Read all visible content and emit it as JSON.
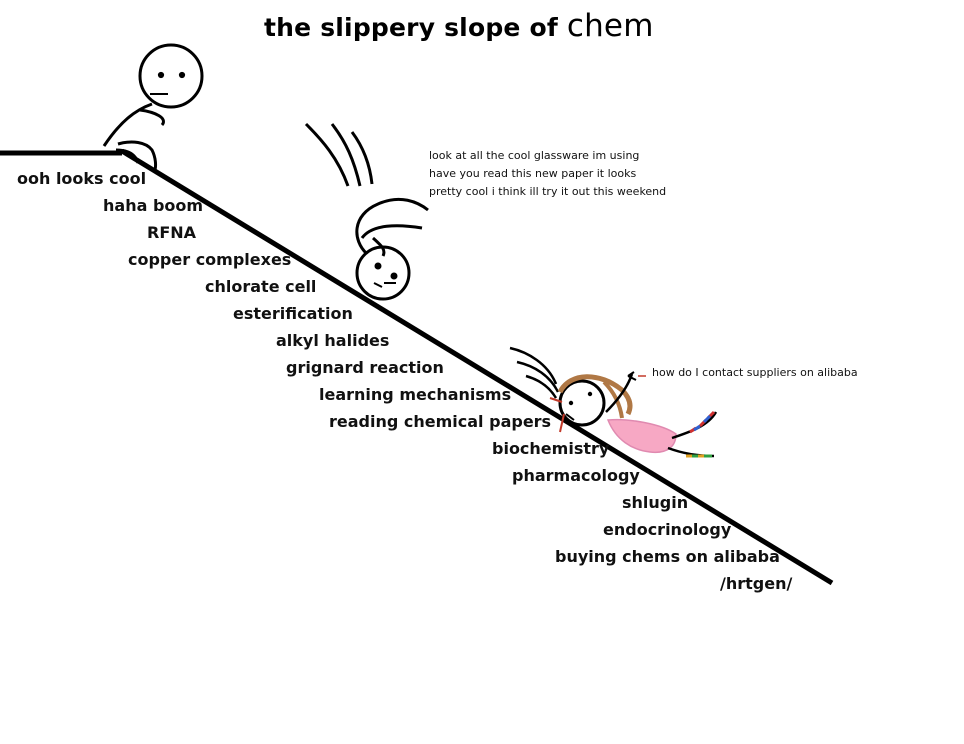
{
  "title": {
    "prefix": "the slippery slope of ",
    "word": "chem"
  },
  "slope_labels": [
    "ooh looks cool",
    "haha boom",
    "RFNA",
    "copper complexes",
    "chlorate cell",
    "esterification",
    "alkyl halides",
    "grignard reaction",
    "learning mechanisms",
    "reading chemical papers",
    "biochemistry",
    "pharmacology",
    "shlugin",
    "endocrinology",
    "buying chems on alibaba",
    "/hrtgen/"
  ],
  "speech": {
    "middle_lines": [
      "look at all the cool glassware im using",
      "have you read this new paper it looks",
      "pretty cool i think ill try it out this weekend"
    ],
    "bottom": "how do I contact suppliers on alibaba"
  },
  "colors": {
    "skirt": "#f7a8c4",
    "hair": "#b07845"
  }
}
